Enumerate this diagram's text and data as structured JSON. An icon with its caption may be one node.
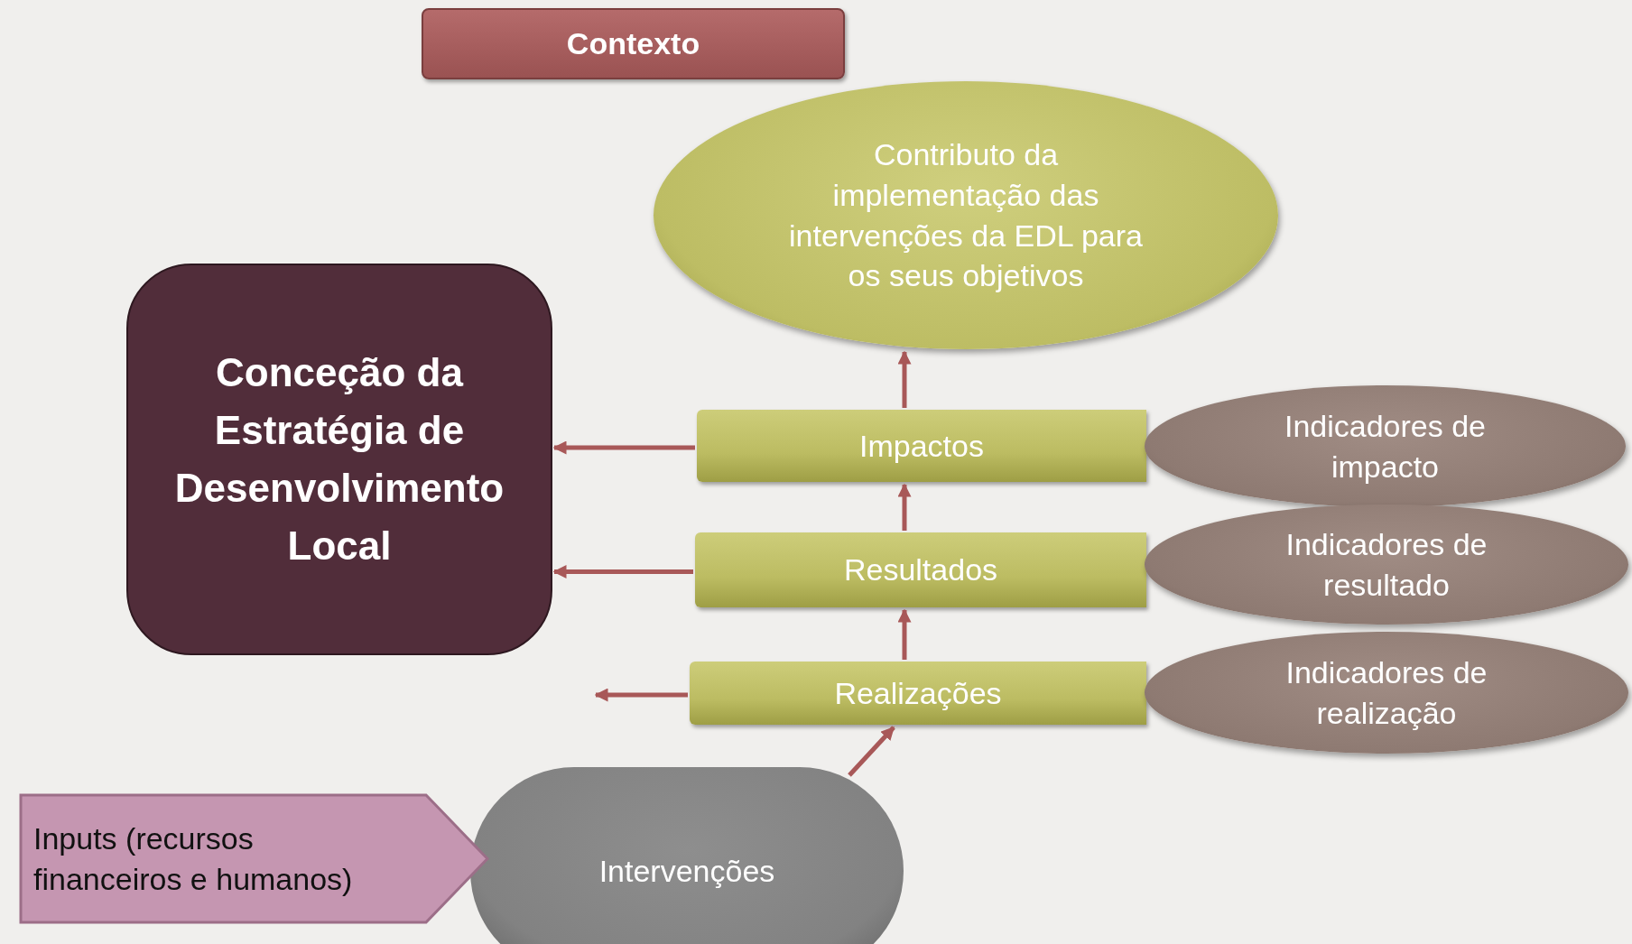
{
  "diagram": {
    "nodes": [
      {
        "text": [
          "Contexto"
        ]
      },
      {
        "text": [
          "Contributo da implementação das intervenções da EDL para os seus objetivos"
        ]
      },
      {
        "text": [
          "Conceção da Estratégia de Desenvolvimento Local"
        ]
      },
      {
        "text": [
          "Impactos"
        ]
      },
      {
        "text": [
          "Indicadores de impacto"
        ]
      },
      {
        "text": [
          "Resultados"
        ]
      },
      {
        "text": [
          "Indicadores de resultado"
        ]
      },
      {
        "text": [
          "Realizações"
        ]
      },
      {
        "text": [
          "Indicadores de realização"
        ]
      },
      {
        "text": [
          "Inputs (recursos financeiros e humanos)"
        ]
      },
      {
        "text": [
          "Intervenções"
        ]
      }
    ],
    "edges": [
      {
        "from": 3,
        "to": 1,
        "arrow": "to"
      },
      {
        "from": 5,
        "to": 3,
        "arrow": "to"
      },
      {
        "from": 7,
        "to": 5,
        "arrow": "to"
      },
      {
        "from": 10,
        "to": 7,
        "arrow": "to"
      },
      {
        "from": 3,
        "to": 2,
        "arrow": "to"
      },
      {
        "from": 5,
        "to": 2,
        "arrow": "to"
      },
      {
        "from": 7,
        "to": null,
        "arrow": "to"
      }
    ]
  }
}
